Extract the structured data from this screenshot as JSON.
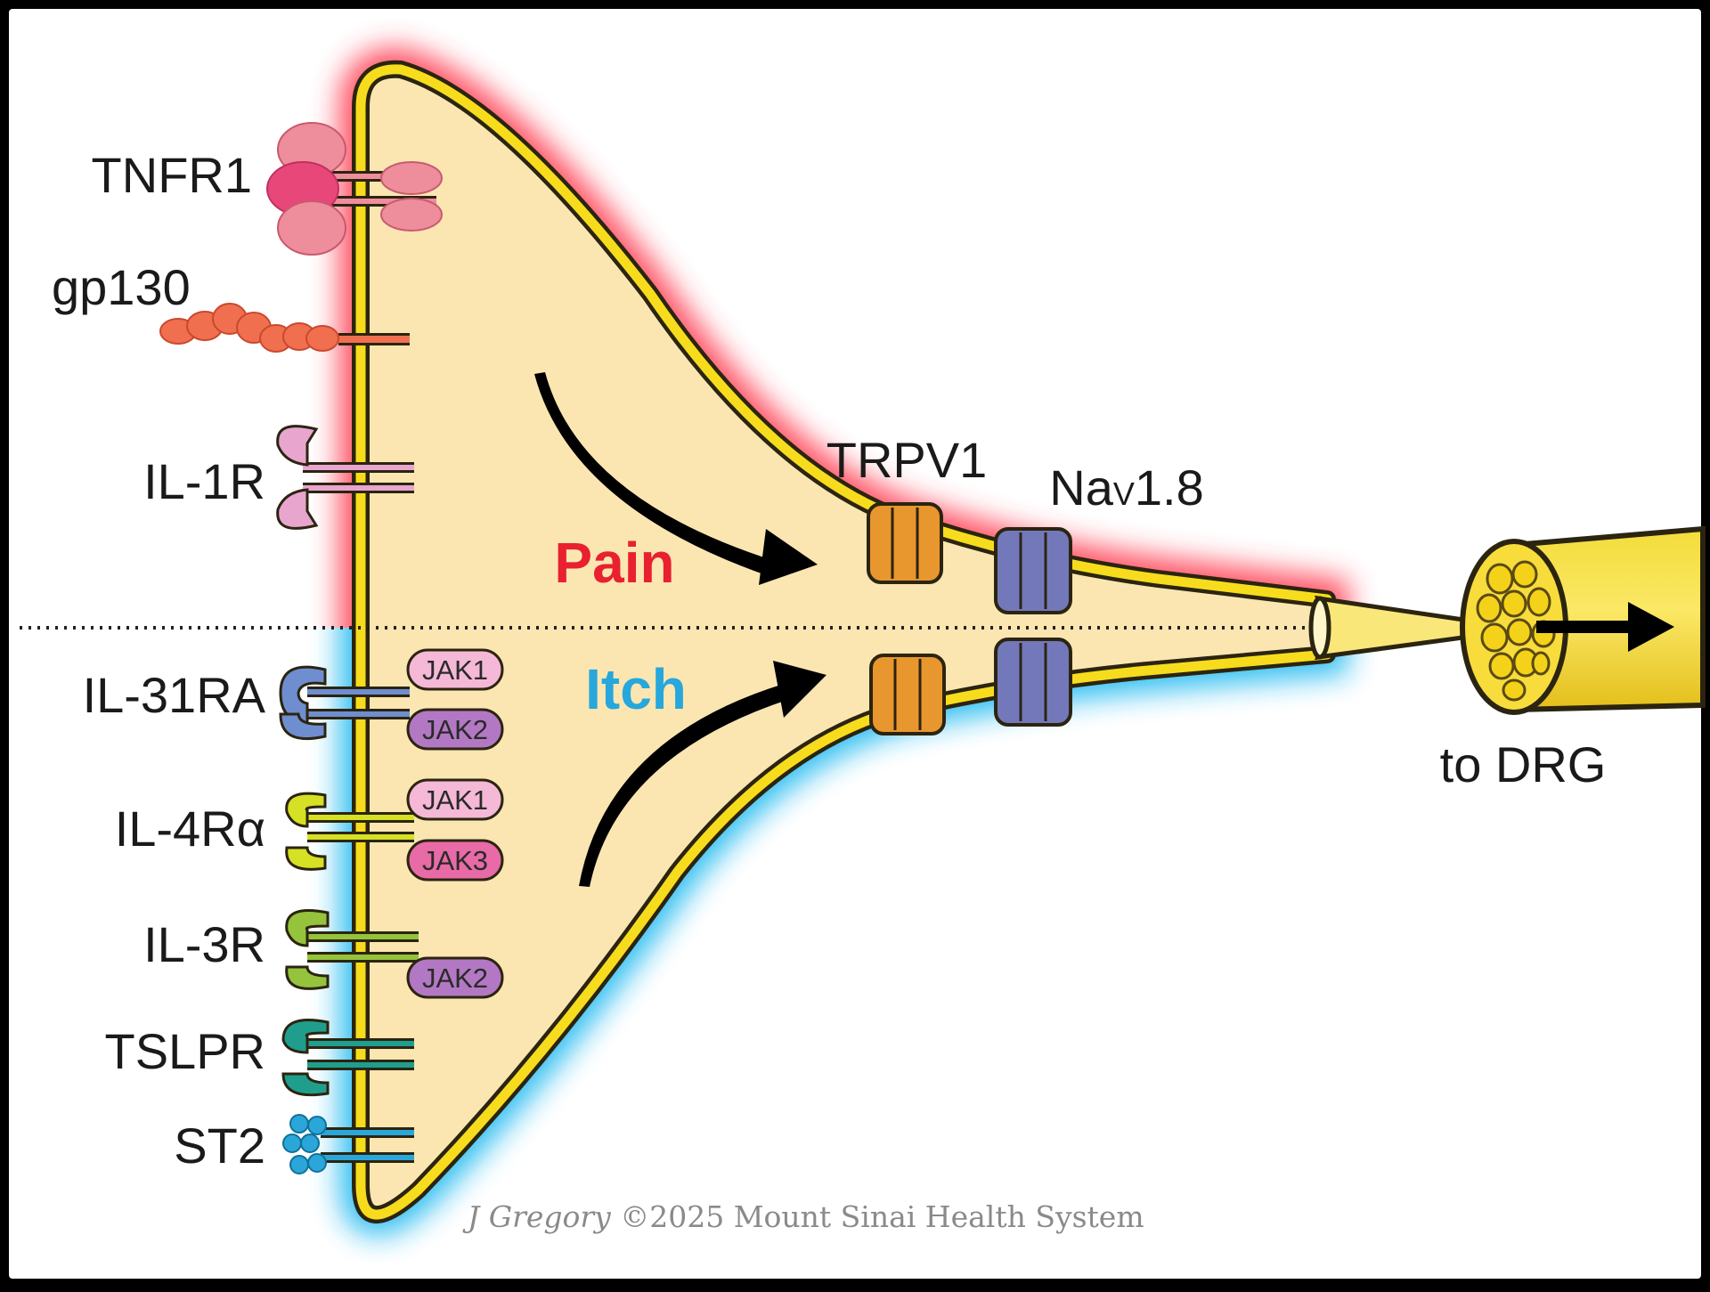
{
  "colors": {
    "frame": "#000000",
    "background": "#ffffff",
    "cytoplasm": "#fbe6b2",
    "membrane_yellow": "#f7dc1e",
    "membrane_dark": "#2b2410",
    "pain_glow": "#ff3b4f",
    "itch_glow": "#1eb8f0",
    "pain_text": "#e8202f",
    "itch_text": "#27a7dc",
    "trpv1": "#e8962e",
    "nav18": "#7378ba"
  },
  "receptors": [
    {
      "label": "TNFR1",
      "color": "#ee8d9b"
    },
    {
      "label": "gp130",
      "color": "#f06f4e"
    },
    {
      "label": "IL-1R",
      "color": "#e8a6cf"
    },
    {
      "label": "IL-31RA",
      "color": "#6f8ed0"
    },
    {
      "label": "IL-4Rα",
      "color": "#d6e024"
    },
    {
      "label": "IL-3R",
      "color": "#95c33c"
    },
    {
      "label": "TSLPR",
      "color": "#1f9e8e"
    },
    {
      "label": "ST2",
      "color": "#2aa7d8"
    }
  ],
  "jaks": [
    {
      "label": "JAK1",
      "color": "#f5b8d6"
    },
    {
      "label": "JAK2",
      "color": "#b378c3"
    },
    {
      "label": "JAK1",
      "color": "#f5b8d6"
    },
    {
      "label": "JAK3",
      "color": "#e86aa6"
    },
    {
      "label": "JAK2",
      "color": "#b378c3"
    }
  ],
  "pathways": {
    "pain": "Pain",
    "itch": "Itch"
  },
  "channels": {
    "trpv1": "TRPV1",
    "nav_prefix": "Na",
    "nav_subscript": "V",
    "nav_suffix": "1.8"
  },
  "axon_label": "to DRG",
  "credit": {
    "author": "J Gregory",
    "rest": " ©2025 Mount Sinai Health System"
  }
}
